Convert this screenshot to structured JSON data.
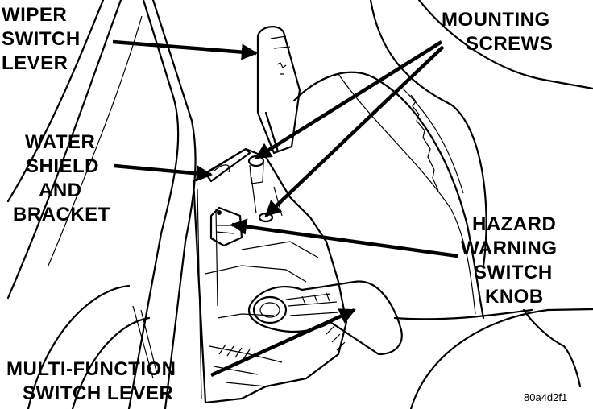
{
  "labels": {
    "wiper": [
      "WIPER",
      "SWITCH",
      "LEVER"
    ],
    "mounting": [
      "MOUNTING",
      "SCREWS"
    ],
    "water": [
      "WATER",
      "SHIELD",
      "AND",
      "BRACKET"
    ],
    "hazard": [
      "HAZARD",
      "WARNING",
      "SWITCH",
      "KNOB"
    ],
    "multi": [
      "MULTI-FUNCTION",
      "SWITCH LEVER"
    ]
  },
  "figure_code": "80a4d2f1",
  "colors": {
    "ink": "#000000",
    "paper": "#ffffff"
  }
}
